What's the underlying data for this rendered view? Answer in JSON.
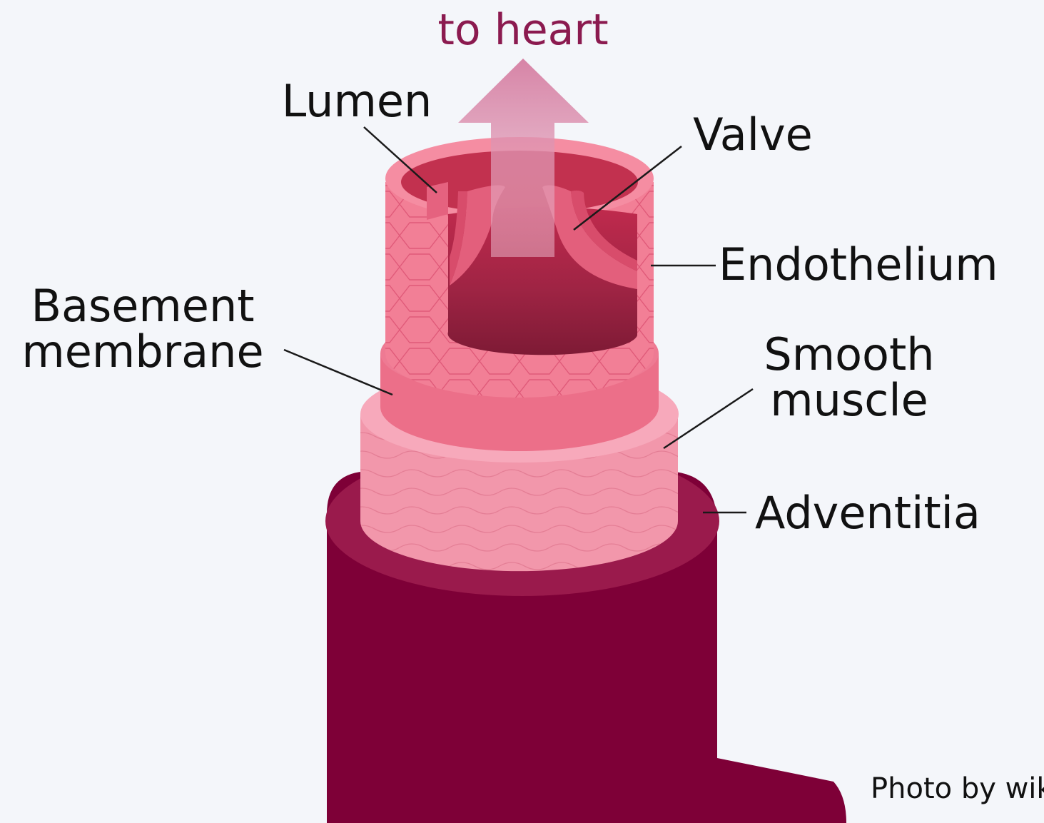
{
  "diagram": {
    "direction_label": "to heart",
    "labels": {
      "lumen": "Lumen",
      "valve": "Valve",
      "endothelium": "Endothelium",
      "basement_1": "Basement",
      "basement_2": "membrane",
      "smooth_1": "Smooth",
      "smooth_2": "muscle",
      "adventitia": "Adventitia"
    },
    "credit": "Photo by wik"
  },
  "colors": {
    "background": "#f4f6fa",
    "adventitia": "#7e0037",
    "adventitia_rim": "#9a1a4c",
    "smooth_muscle": "#f297ab",
    "basement": "#ec6f89",
    "endothelium": "#f27f96",
    "lumen": "#c93a5a",
    "arrow": "#d88aa8",
    "label_accent": "#8b1a4f",
    "label_text": "#111111"
  }
}
